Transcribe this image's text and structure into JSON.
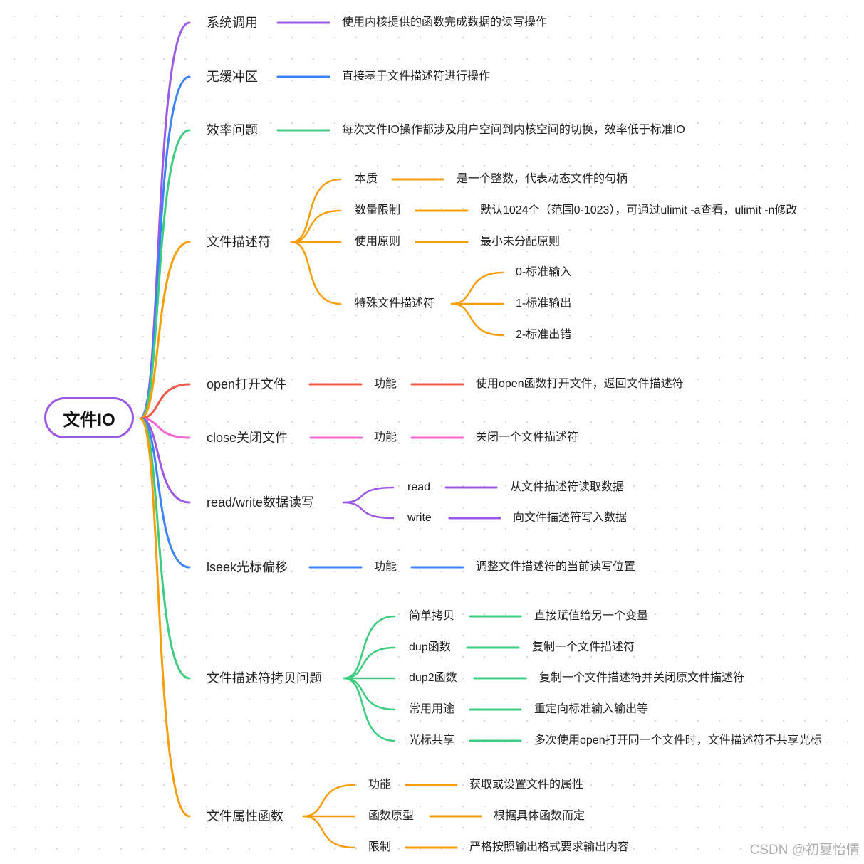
{
  "root": "文件IO",
  "watermark": "CSDN @初夏怡情",
  "colors": {
    "purple": "#9b59e6",
    "blue": "#3b82f6",
    "green": "#3ecc80",
    "orange": "#f59e0b",
    "red": "#f05a4a",
    "pink": "#f266d4"
  },
  "branches": [
    {
      "label": "系统调用",
      "color": "purple",
      "children": [
        {
          "label": "使用内核提供的函数完成数据的读写操作",
          "children": []
        }
      ]
    },
    {
      "label": "无缓冲区",
      "color": "blue",
      "children": [
        {
          "label": "直接基于文件描述符进行操作",
          "children": []
        }
      ]
    },
    {
      "label": "效率问题",
      "color": "green",
      "children": [
        {
          "label": "每次文件IO操作都涉及用户空间到内核空间的切换，效率低于标准IO",
          "children": []
        }
      ]
    },
    {
      "label": "文件描述符",
      "color": "orange",
      "children": [
        {
          "label": "本质",
          "children": [
            {
              "label": "是一个整数，代表动态文件的句柄"
            }
          ]
        },
        {
          "label": "数量限制",
          "children": [
            {
              "label": "默认1024个（范围0-1023），可通过ulimit -a查看，ulimit -n修改"
            }
          ]
        },
        {
          "label": "使用原则",
          "children": [
            {
              "label": "最小未分配原则"
            }
          ]
        },
        {
          "label": "特殊文件描述符",
          "children": [
            {
              "label": "0-标准输入"
            },
            {
              "label": "1-标准输出"
            },
            {
              "label": "2-标准出错"
            }
          ]
        }
      ]
    },
    {
      "label": "open打开文件",
      "color": "red",
      "children": [
        {
          "label": "功能",
          "children": [
            {
              "label": "使用open函数打开文件，返回文件描述符"
            }
          ]
        }
      ]
    },
    {
      "label": "close关闭文件",
      "color": "pink",
      "children": [
        {
          "label": "功能",
          "children": [
            {
              "label": "关闭一个文件描述符"
            }
          ]
        }
      ]
    },
    {
      "label": "read/write数据读写",
      "color": "purple",
      "children": [
        {
          "label": "read",
          "children": [
            {
              "label": "从文件描述符读取数据"
            }
          ]
        },
        {
          "label": "write",
          "children": [
            {
              "label": "向文件描述符写入数据"
            }
          ]
        }
      ]
    },
    {
      "label": "lseek光标偏移",
      "color": "blue",
      "children": [
        {
          "label": "功能",
          "children": [
            {
              "label": "调整文件描述符的当前读写位置"
            }
          ]
        }
      ]
    },
    {
      "label": "文件描述符拷贝问题",
      "color": "green",
      "children": [
        {
          "label": "简单拷贝",
          "children": [
            {
              "label": "直接赋值给另一个变量"
            }
          ]
        },
        {
          "label": "dup函数",
          "children": [
            {
              "label": "复制一个文件描述符"
            }
          ]
        },
        {
          "label": "dup2函数",
          "children": [
            {
              "label": "复制一个文件描述符并关闭原文件描述符"
            }
          ]
        },
        {
          "label": "常用用途",
          "children": [
            {
              "label": "重定向标准输入输出等"
            }
          ]
        },
        {
          "label": "光标共享",
          "children": [
            {
              "label": "多次使用open打开同一个文件时，文件描述符不共享光标"
            }
          ]
        }
      ]
    },
    {
      "label": "文件属性函数",
      "color": "orange",
      "children": [
        {
          "label": "功能",
          "children": [
            {
              "label": "获取或设置文件的属性"
            }
          ]
        },
        {
          "label": "函数原型",
          "children": [
            {
              "label": "根据具体函数而定"
            }
          ]
        },
        {
          "label": "限制",
          "children": [
            {
              "label": "严格按照输出格式要求输出内容"
            }
          ]
        }
      ]
    }
  ]
}
